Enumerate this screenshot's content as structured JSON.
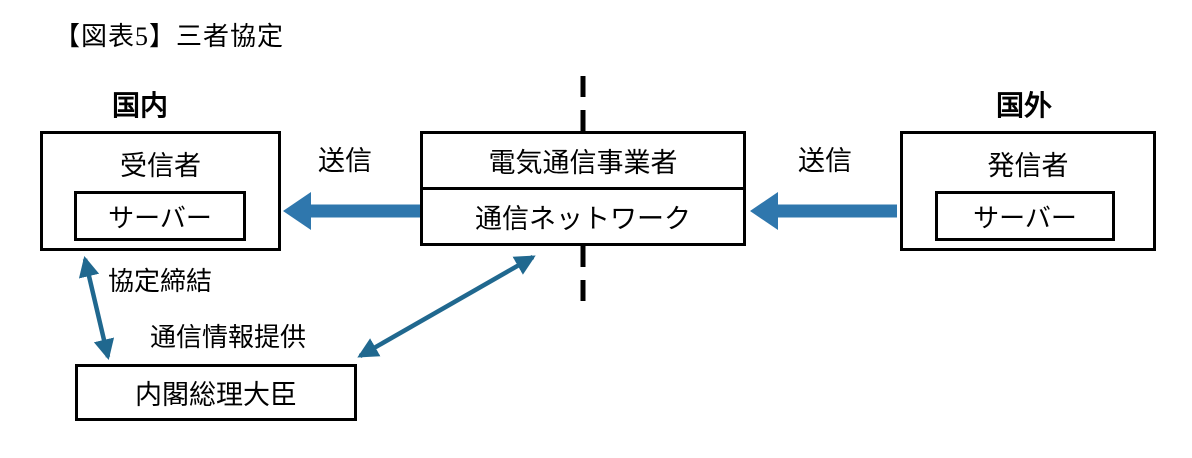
{
  "title": "【図表5】三者協定",
  "regions": {
    "domestic": "国内",
    "overseas": "国外"
  },
  "boxes": {
    "receiver": {
      "label": "受信者",
      "server_label": "サーバー"
    },
    "carrier": {
      "label": "電気通信事業者",
      "network_label": "通信ネットワーク"
    },
    "sender": {
      "label": "発信者",
      "server_label": "サーバー"
    },
    "prime_minister": {
      "label": "内閣総理大臣"
    }
  },
  "labels": {
    "send_left": "送信",
    "send_right": "送信",
    "agreement": "協定締結",
    "info_provision": "通信情報提供"
  },
  "colors": {
    "thick_arrow": "#2f77ad",
    "thin_arrow": "#20688f",
    "divider": "#000000"
  }
}
